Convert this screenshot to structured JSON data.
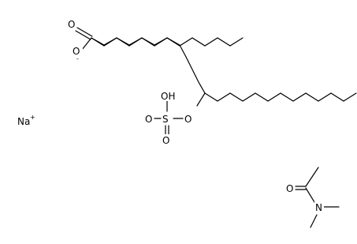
{
  "molecule": {
    "counterion": {
      "symbol": "Na",
      "charge": "+"
    },
    "atoms": {
      "carboxylate_oxygen_double": "O",
      "carboxylate_oxygen_single": "O",
      "carboxylate_charge": "-",
      "ester_oxygen": "O",
      "sulfur": "S",
      "sulfonyl_oxygen_top": "O",
      "sulfonyl_oxygen_bottom": "O",
      "hydroxyl": "OH",
      "amide_oxygen": "O",
      "amide_nitrogen": "N"
    }
  },
  "colors": {
    "bond": "#000000",
    "text": "#000000",
    "background": "#ffffff"
  }
}
